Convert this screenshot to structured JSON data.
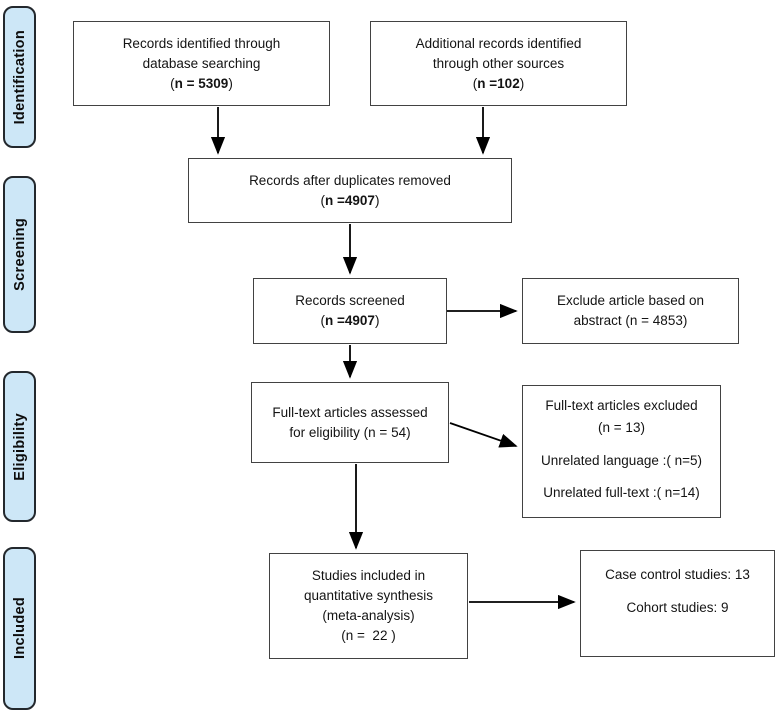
{
  "figure": {
    "kind": "PRISMA flow diagram"
  },
  "stages": [
    {
      "label": "Identification"
    },
    {
      "label": "Screening"
    },
    {
      "label": "Eligibility"
    },
    {
      "label": "Included"
    }
  ],
  "boxes": {
    "identified": {
      "line1": "Records identified through",
      "line2": "database searching",
      "n_pre": "(",
      "n_bold": "n = 5309",
      "n_post": ")"
    },
    "additional": {
      "line1": "Additional records identified",
      "line2": "through other sources",
      "n_pre": "(",
      "n_bold": "n =102",
      "n_post": ")"
    },
    "deduplicated": {
      "line1": "Records after duplicates removed",
      "n_pre": "(",
      "n_bold": "n =4907",
      "n_post": ")"
    },
    "screened": {
      "line1": "Records screened",
      "n_pre": "(",
      "n_bold": "n =4907",
      "n_post": ")"
    },
    "excluded_abstract": {
      "line1": "Exclude article based on",
      "line2": "abstract (n = 4853)"
    },
    "fulltext_assessed": {
      "line1": "Full-text articles assessed",
      "line2": "for eligibility (n = 54)"
    },
    "fulltext_excluded": {
      "line1": "Full-text articles excluded",
      "line2": "(n = 13)",
      "line3": "Unrelated language :( n=5)",
      "line4": "Unrelated full-text :( n=14)"
    },
    "included_synthesis": {
      "line1": "Studies included in",
      "line2": "quantitative synthesis",
      "line3": "(meta-analysis)",
      "line4": "(n =  22 )"
    },
    "study_types": {
      "line1": "Case control studies: 13",
      "line2": "Cohort studies: 9"
    }
  },
  "colors": {
    "stage_fill": "#cde7f7",
    "stage_border": "#23282d",
    "box_border": "#424242",
    "arrow": "#000000",
    "background": "#ffffff"
  }
}
